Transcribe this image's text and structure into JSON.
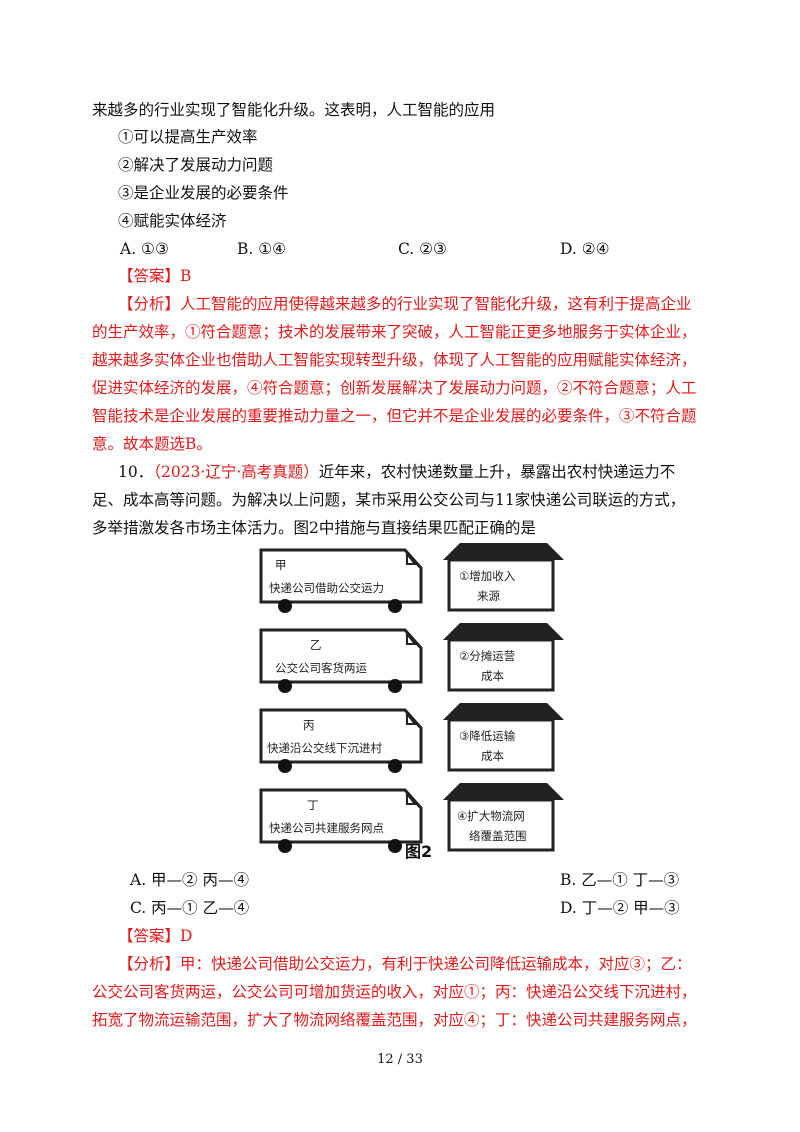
{
  "q9": {
    "stem_tail": "来越多的行业实现了智能化升级。这表明，人工智能的应用",
    "items": [
      "①可以提高生产效率",
      "②解决了发展动力问题",
      "③是企业发展的必要条件",
      "④赋能实体经济"
    ],
    "options": [
      "A. ①③",
      "B. ①④",
      "C. ②③",
      "D. ②④"
    ],
    "answer_label": "【答案】",
    "answer_value": "B",
    "analysis_label": "【分析】",
    "analysis_lines": [
      "人工智能的应用使得越来越多的行业实现了智能化升级，这有利于提高企业",
      "的生产效率，①符合题意；技术的发展带来了突破，人工智能正更多地服务于实体企业，",
      "越来越多实体企业也借助人工智能实现转型升级，体现了人工智能的应用赋能实体经济，",
      "促进实体经济的发展，④符合题意；创新发展解决了发展动力问题，②不符合题意；人工",
      "智能技术是企业发展的重要推动力量之一，但它并不是企业发展的必要条件，③不符合题",
      "意。故本题选B。"
    ]
  },
  "q10": {
    "number": "10．",
    "source": "（2023·辽宁·高考真题）",
    "stem_lines": [
      "近年来，农村快递数量上升，暴露出农村快递运力不",
      "足、成本高等问题。为解决以上问题，某市采用公交公司与11家快递公司联运的方式，",
      "多举措激发各市场主体活力。图2中措施与直接结果匹配正确的是"
    ],
    "figure": {
      "caption": "图2",
      "trucks": [
        {
          "tag": "甲",
          "text": "快递公司借助公交运力"
        },
        {
          "tag": "乙",
          "text": "公交公司客货两运"
        },
        {
          "tag": "丙",
          "text": "快递沿公交线下沉进村"
        },
        {
          "tag": "丁",
          "text": "快递公司共建服务网点"
        }
      ],
      "houses": [
        {
          "line1": "①增加收入",
          "line2": "来源"
        },
        {
          "line1": "②分摊运营",
          "line2": "成本"
        },
        {
          "line1": "③降低运输",
          "line2": "成本"
        },
        {
          "line1": "④扩大物流网",
          "line2": "络覆盖范围"
        }
      ]
    },
    "options": [
      "A. 甲—② 丙—④",
      "B. 乙—① 丁—③",
      "C. 丙—① 乙—④",
      "D. 丁—② 甲—③"
    ],
    "answer_label": "【答案】",
    "answer_value": "D",
    "analysis_label": "【分析】",
    "analysis_lines": [
      "甲：快递公司借助公交运力，有利于快递公司降低运输成本，对应③；乙：",
      "公交公司客货两运，公交公司可增加货运的收入，对应①；丙：快递沿公交线下沉进村，",
      "拓宽了物流运输范围，扩大了物流网络覆盖范围，对应④；丁：快递公司共建服务网点，"
    ]
  },
  "footer": {
    "page": "12 / 33"
  }
}
